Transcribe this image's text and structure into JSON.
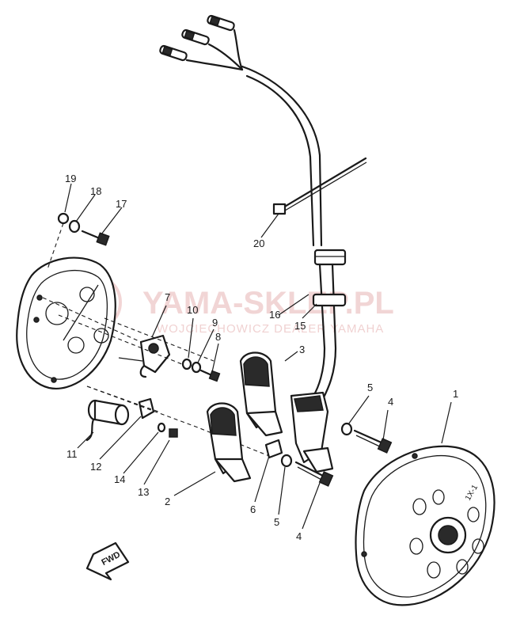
{
  "watermark": {
    "main": "YAMA-SKLEP.PL",
    "sub": "WOJCIECHOWICZ DEALER YAMAHA"
  },
  "direction_marker": {
    "label": "FWD"
  },
  "rotor_stamp": "1X-1",
  "callouts": [
    {
      "id": "1",
      "label": "1"
    },
    {
      "id": "2",
      "label": "2"
    },
    {
      "id": "3",
      "label": "3"
    },
    {
      "id": "4a",
      "label": "4"
    },
    {
      "id": "4b",
      "label": "4"
    },
    {
      "id": "5a",
      "label": "5"
    },
    {
      "id": "5b",
      "label": "5"
    },
    {
      "id": "6",
      "label": "6"
    },
    {
      "id": "7",
      "label": "7"
    },
    {
      "id": "8",
      "label": "8"
    },
    {
      "id": "9",
      "label": "9"
    },
    {
      "id": "10",
      "label": "10"
    },
    {
      "id": "11",
      "label": "11"
    },
    {
      "id": "12",
      "label": "12"
    },
    {
      "id": "13",
      "label": "13"
    },
    {
      "id": "14",
      "label": "14"
    },
    {
      "id": "15",
      "label": "15"
    },
    {
      "id": "16",
      "label": "16"
    },
    {
      "id": "17",
      "label": "17"
    },
    {
      "id": "18",
      "label": "18"
    },
    {
      "id": "19",
      "label": "19"
    },
    {
      "id": "20",
      "label": "20"
    }
  ]
}
